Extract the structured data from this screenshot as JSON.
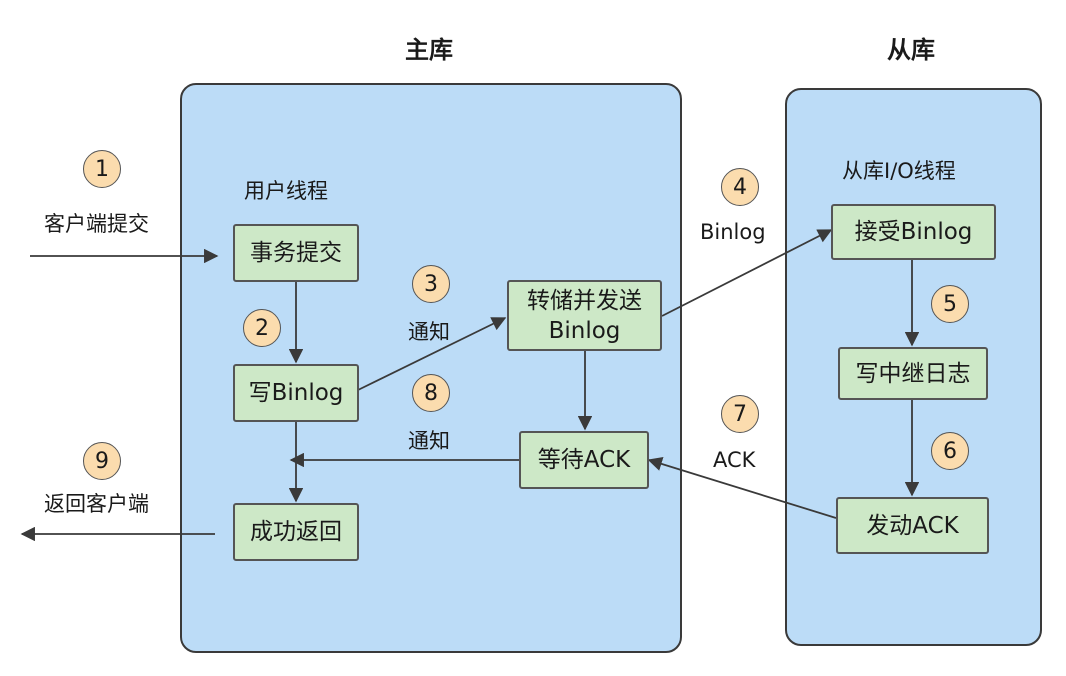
{
  "titles": {
    "master": "主库",
    "slave": "从库"
  },
  "threads": {
    "user": "用户线程",
    "io": "从库I/O线程"
  },
  "nodes": {
    "commit": "事务提交",
    "write_binlog": "写Binlog",
    "success_return": "成功返回",
    "dump_line1": "转储并发送",
    "dump_line2": "Binlog",
    "wait_ack": "等待ACK",
    "receive_binlog": "接受Binlog",
    "write_relay": "写中继日志",
    "send_ack": "发动ACK"
  },
  "steps": [
    "1",
    "2",
    "3",
    "4",
    "5",
    "6",
    "7",
    "8",
    "9"
  ],
  "edge_labels": {
    "client_commit": "客户端提交",
    "notify_dump": "通知",
    "binlog": "Binlog",
    "notify_return": "通知",
    "ack": "ACK",
    "return_client": "返回客户端"
  },
  "colors": {
    "panel": "#bcdcf7",
    "node": "#cde8c7",
    "step": "#fbdcae",
    "stroke": "#3a3a3a"
  }
}
